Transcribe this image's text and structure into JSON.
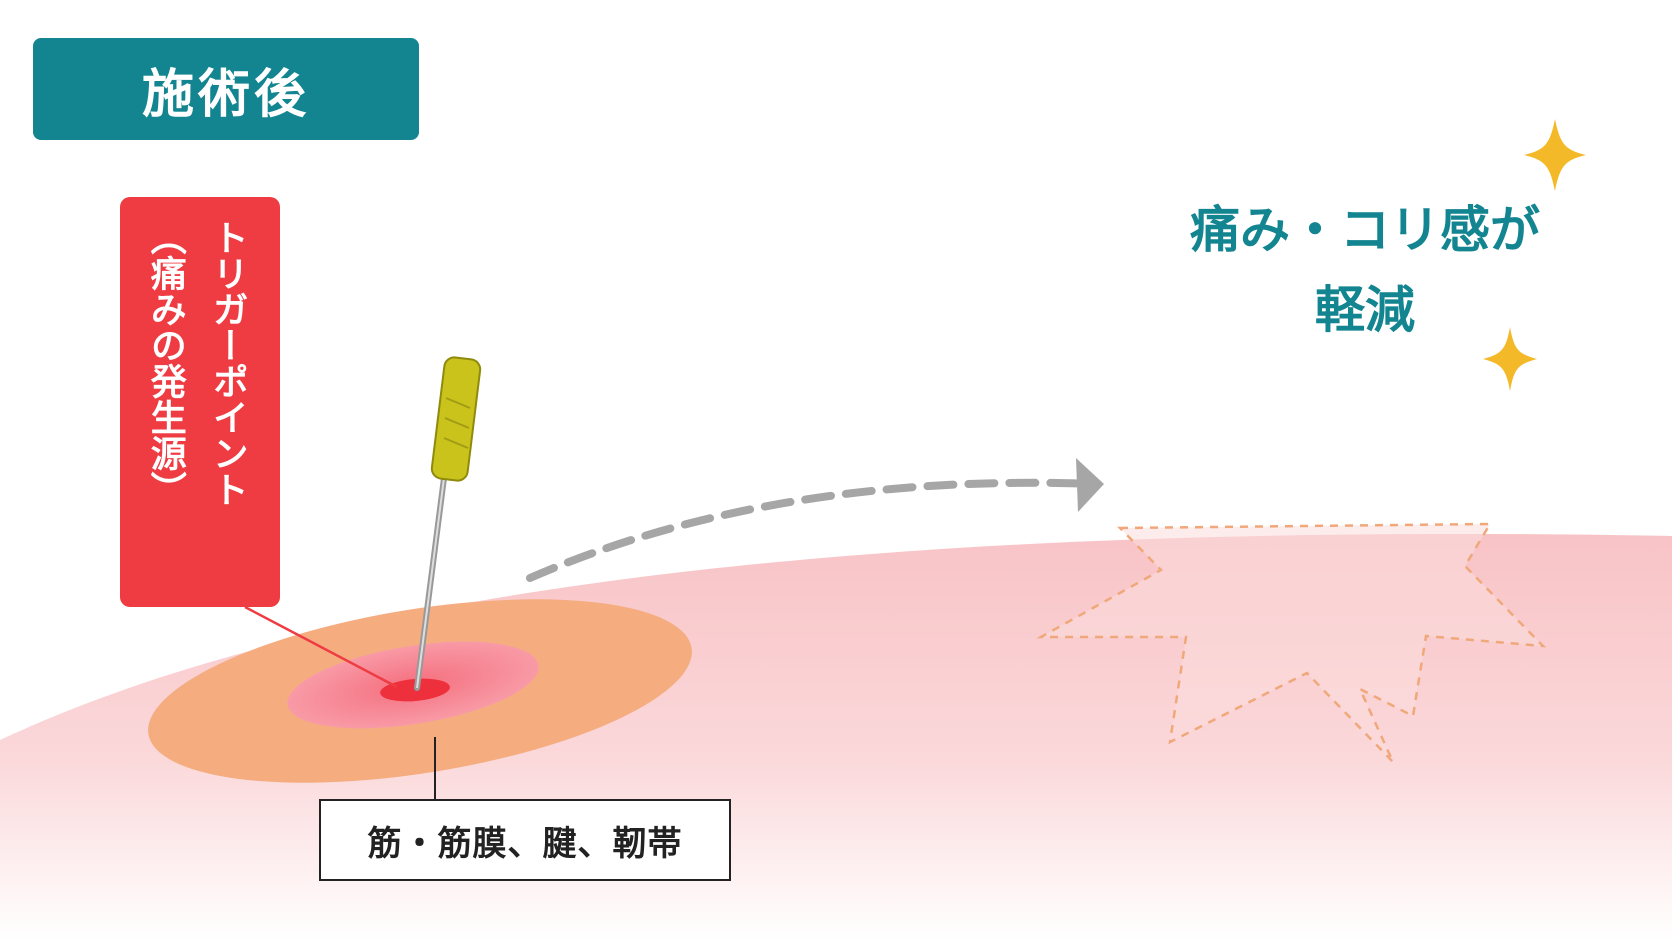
{
  "title": "施術後",
  "trigger_point": {
    "label_main": "トリガーポイント",
    "label_sub": "（痛みの発生源）"
  },
  "tissue_label": "筋・筋膜、腱、靭帯",
  "relief": {
    "line1": "痛み・コリ感が",
    "line2": "軽減"
  },
  "icons": [
    "sparkle-icon",
    "sparkle-icon",
    "acupuncture-needle-icon",
    "curved-dashed-arrow-icon"
  ],
  "colors": {
    "title_bg": "#138591",
    "title_text": "#ffffff",
    "trigger_bg": "#ef3b42",
    "relief_text": "#138591",
    "skin": "#f8c3c6",
    "outer_zone": "#f5ad80",
    "inner_zone": "#f78b96",
    "core_point": "#ee2f3c",
    "needle_handle": "#c9c31c",
    "arrow": "#a6a6a6",
    "sparkle": "#f3b928",
    "pain_outline": "#f0a87a"
  }
}
